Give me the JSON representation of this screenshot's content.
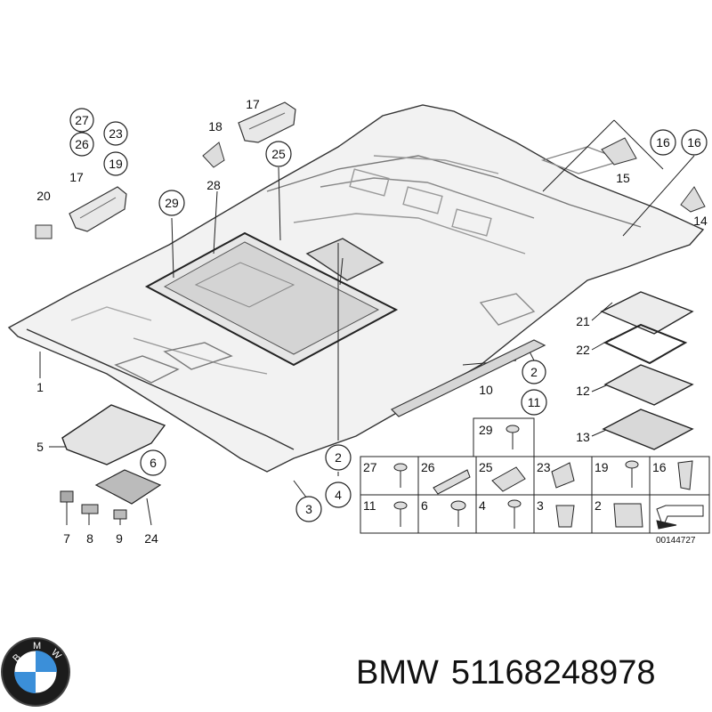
{
  "diagram": {
    "doc_number": "00144727",
    "callouts_plain": [
      {
        "id": "1",
        "label": "1"
      },
      {
        "id": "5",
        "label": "5"
      },
      {
        "id": "7",
        "label": "7"
      },
      {
        "id": "8",
        "label": "8"
      },
      {
        "id": "9",
        "label": "9"
      },
      {
        "id": "24",
        "label": "24"
      },
      {
        "id": "10",
        "label": "10"
      },
      {
        "id": "12",
        "label": "12"
      },
      {
        "id": "13",
        "label": "13"
      },
      {
        "id": "21",
        "label": "21"
      },
      {
        "id": "22",
        "label": "22"
      },
      {
        "id": "14",
        "label": "14"
      },
      {
        "id": "15",
        "label": "15"
      },
      {
        "id": "17a",
        "label": "17"
      },
      {
        "id": "17b",
        "label": "17"
      },
      {
        "id": "18",
        "label": "18"
      },
      {
        "id": "20",
        "label": "20"
      },
      {
        "id": "28",
        "label": "28"
      }
    ],
    "callouts_circled": [
      {
        "id": "27",
        "label": "27"
      },
      {
        "id": "26",
        "label": "26"
      },
      {
        "id": "23",
        "label": "23"
      },
      {
        "id": "19",
        "label": "19"
      },
      {
        "id": "25",
        "label": "25"
      },
      {
        "id": "29",
        "label": "29"
      },
      {
        "id": "16a",
        "label": "16"
      },
      {
        "id": "16b",
        "label": "16"
      },
      {
        "id": "2a",
        "label": "2"
      },
      {
        "id": "11a",
        "label": "11"
      },
      {
        "id": "6",
        "label": "6"
      },
      {
        "id": "2b",
        "label": "2"
      },
      {
        "id": "4",
        "label": "4"
      },
      {
        "id": "3",
        "label": "3"
      }
    ],
    "parts_table": {
      "top": [
        {
          "label": "29"
        }
      ],
      "row1": [
        {
          "label": "27"
        },
        {
          "label": "26"
        },
        {
          "label": "25"
        },
        {
          "label": "23"
        },
        {
          "label": "19"
        },
        {
          "label": "16"
        }
      ],
      "row2": [
        {
          "label": "11"
        },
        {
          "label": "6"
        },
        {
          "label": "4"
        },
        {
          "label": "3"
        },
        {
          "label": "2"
        },
        {
          "label": ""
        }
      ]
    }
  },
  "caption": {
    "brand": "BMW",
    "part_number": "51168248978"
  },
  "logo": {
    "letters": "BMW",
    "colors": {
      "blue": "#3b8fd9",
      "ring": "#1c1c1c",
      "white": "#ffffff"
    }
  }
}
